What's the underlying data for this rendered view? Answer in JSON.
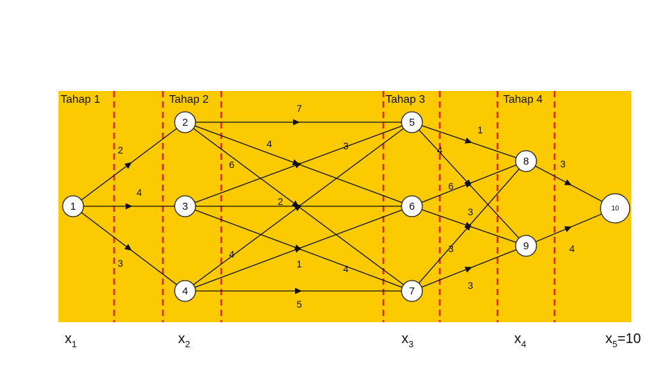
{
  "diagram": {
    "stages": [
      {
        "id": "s1",
        "label": "Tahap 1"
      },
      {
        "id": "s2",
        "label": "Tahap 2"
      },
      {
        "id": "s3",
        "label": "Tahap 3"
      },
      {
        "id": "s4",
        "label": "Tahap 4"
      }
    ],
    "variables": [
      {
        "id": "x1",
        "base": "x",
        "sub": "1",
        "suffix": ""
      },
      {
        "id": "x2",
        "base": "x",
        "sub": "2",
        "suffix": ""
      },
      {
        "id": "x3",
        "base": "x",
        "sub": "3",
        "suffix": ""
      },
      {
        "id": "x4",
        "base": "x",
        "sub": "4",
        "suffix": ""
      },
      {
        "id": "x5",
        "base": "x",
        "sub": "5",
        "suffix": "=10"
      }
    ],
    "nodes": [
      {
        "id": "1",
        "label": "1"
      },
      {
        "id": "2",
        "label": "2"
      },
      {
        "id": "3",
        "label": "3"
      },
      {
        "id": "4",
        "label": "4"
      },
      {
        "id": "5",
        "label": "5"
      },
      {
        "id": "6",
        "label": "6"
      },
      {
        "id": "7",
        "label": "7"
      },
      {
        "id": "8",
        "label": "8"
      },
      {
        "id": "9",
        "label": "9"
      },
      {
        "id": "10",
        "label": "10"
      }
    ],
    "edges": [
      {
        "from": "1",
        "to": "2",
        "weight": "2"
      },
      {
        "from": "1",
        "to": "3",
        "weight": "4"
      },
      {
        "from": "1",
        "to": "4",
        "weight": "3"
      },
      {
        "from": "2",
        "to": "5",
        "weight": "7"
      },
      {
        "from": "2",
        "to": "6",
        "weight": "4"
      },
      {
        "from": "2",
        "to": "7",
        "weight": "6"
      },
      {
        "from": "3",
        "to": "5",
        "weight": "3"
      },
      {
        "from": "3",
        "to": "6",
        "weight": "2"
      },
      {
        "from": "3",
        "to": "7",
        "weight": "4"
      },
      {
        "from": "4",
        "to": "5",
        "weight": "4"
      },
      {
        "from": "4",
        "to": "6",
        "weight": "1"
      },
      {
        "from": "4",
        "to": "7",
        "weight": "5"
      },
      {
        "from": "5",
        "to": "8",
        "weight": "1"
      },
      {
        "from": "5",
        "to": "9",
        "weight": "4"
      },
      {
        "from": "6",
        "to": "8",
        "weight": "6"
      },
      {
        "from": "6",
        "to": "9",
        "weight": "3"
      },
      {
        "from": "7",
        "to": "8",
        "weight": "3"
      },
      {
        "from": "7",
        "to": "9",
        "weight": "3"
      },
      {
        "from": "8",
        "to": "10",
        "weight": "3"
      },
      {
        "from": "9",
        "to": "10",
        "weight": "4"
      }
    ],
    "colors": {
      "background": "#fbca00",
      "divider": "#e3281c"
    }
  }
}
